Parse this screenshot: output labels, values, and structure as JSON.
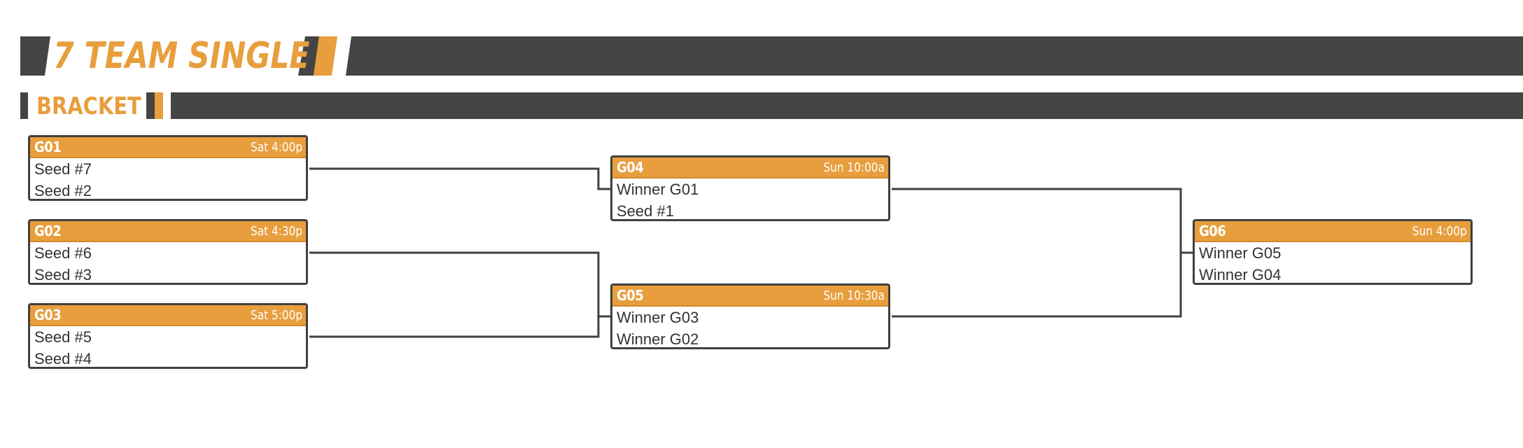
{
  "header": {
    "title": "7 TEAM SINGLE",
    "subtitle": "BRACKET",
    "colors": {
      "accent": "#E89E3D",
      "dark": "#444444"
    }
  },
  "games": {
    "g01": {
      "id": "G01",
      "time": "Sat 4:00p",
      "team1": "Seed #7",
      "team2": "Seed #2"
    },
    "g02": {
      "id": "G02",
      "time": "Sat 4:30p",
      "team1": "Seed #6",
      "team2": "Seed #3"
    },
    "g03": {
      "id": "G03",
      "time": "Sat 5:00p",
      "team1": "Seed #5",
      "team2": "Seed #4"
    },
    "g04": {
      "id": "G04",
      "time": "Sun 10:00a",
      "team1": "Winner G01",
      "team2": "Seed #1"
    },
    "g05": {
      "id": "G05",
      "time": "Sun 10:30a",
      "team1": "Winner G03",
      "team2": "Winner G02"
    },
    "g06": {
      "id": "G06",
      "time": "Sun 4:00p",
      "team1": "Winner G05",
      "team2": "Winner G04"
    }
  }
}
